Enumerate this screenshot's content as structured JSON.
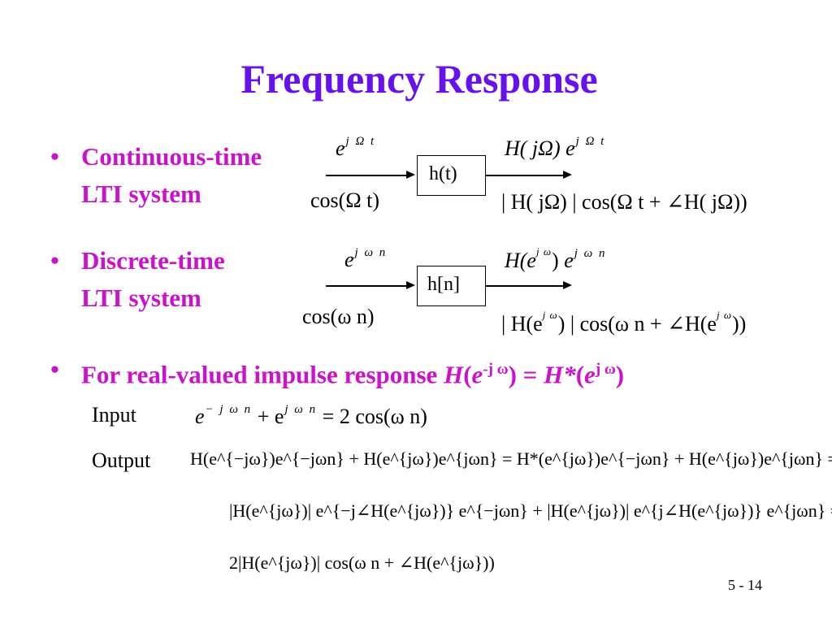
{
  "slide": {
    "title": "Frequency Response",
    "page_number": "5 - 14",
    "accent_title": "#6611ee",
    "accent_bullets": "#cc11cc"
  },
  "bullets": [
    {
      "marker": "•",
      "line1": "Continuous-time",
      "line2": "LTI system"
    },
    {
      "marker": "•",
      "line1": "Discrete-time",
      "line2": "LTI system"
    },
    {
      "marker": "•",
      "prefix": "For real-valued impulse response ",
      "H": "H",
      "lp1": "(",
      "e1": "e",
      "sup1": "-j ω",
      "rp1": ")",
      "eq": " = ",
      "Hstar": "H*",
      "lp2": "(",
      "e2": "e",
      "sup2": "j ω",
      "rp2": ")"
    }
  ],
  "continuous": {
    "input_exp": "e",
    "input_exp_sup": "j Ω t",
    "input_cos": "cos(Ω t)",
    "system": "h(t)",
    "output_exp_H": "H( jΩ)",
    "output_exp_e": "e",
    "output_exp_sup": "j Ω t",
    "output_cos": "| H( jΩ) | cos(Ω t + ∠H( jΩ))"
  },
  "discrete": {
    "input_exp": "e",
    "input_exp_sup": "j ω n",
    "input_cos": "cos(ω n)",
    "system": "h[n]",
    "output_exp_H": "H(e",
    "output_exp_H_sup": "j ω",
    "output_exp_H_close": ")",
    "output_exp_e": "e",
    "output_exp_sup": "j ω n",
    "output_cos_pre": "| H(e",
    "output_cos_sup1": "j ω",
    "output_cos_mid": ") | cos(ω n + ∠H(e",
    "output_cos_sup2": "j ω",
    "output_cos_end": "))"
  },
  "derivation": {
    "input_label": "Input",
    "input_expr_a": "e",
    "input_expr_a_sup": "− j ω n",
    "input_expr_plus": " + e",
    "input_expr_b_sup": "j ω n",
    "input_expr_rhs": " = 2 cos(ω n)",
    "output_label": "Output",
    "output_line1": "H(e^{−jω})e^{−jωn} + H(e^{jω})e^{jωn} = H*(e^{jω})e^{−jωn} + H(e^{jω})e^{jωn} =",
    "output_line2": "|H(e^{jω})| e^{−j∠H(e^{jω})} e^{−jωn} + |H(e^{jω})| e^{j∠H(e^{jω})} e^{jωn} =",
    "output_line3": "2|H(e^{jω})| cos(ω n + ∠H(e^{jω}))"
  }
}
